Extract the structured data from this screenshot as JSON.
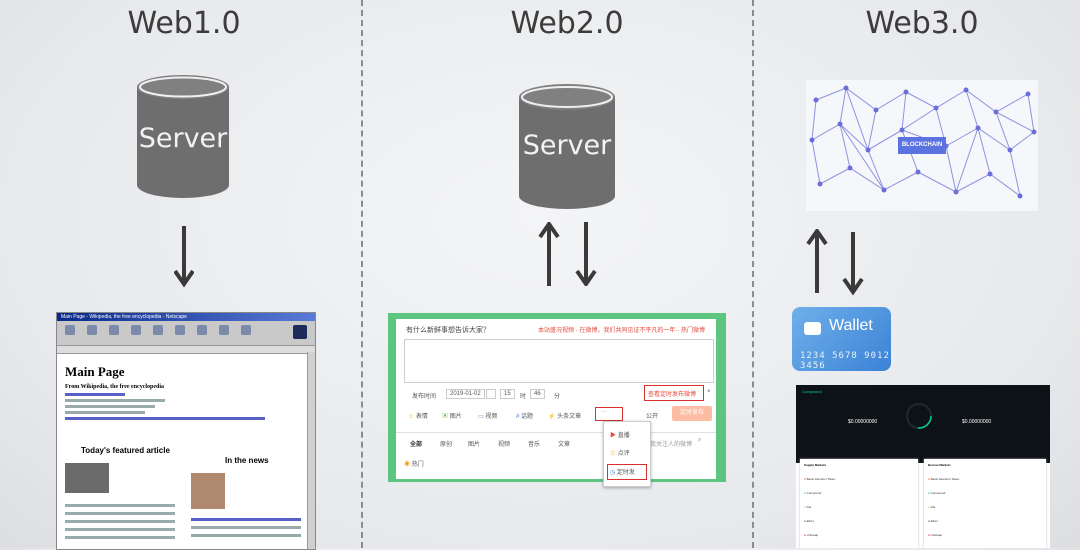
{
  "columns": {
    "web1": {
      "title": "Web1.0",
      "server_label": "Server"
    },
    "web2": {
      "title": "Web2.0",
      "server_label": "Server"
    },
    "web3": {
      "title": "Web3.0"
    }
  },
  "web1_page": {
    "window_title": "Main Page - Wikipedia, the free encyclopedia - Netscape",
    "page_title": "Main Page",
    "subtitle": "From Wikipedia, the free encyclopedia",
    "featured_heading": "Today's featured article",
    "news_heading": "In the news"
  },
  "web2_page": {
    "header": "有什么新鲜事想告诉大家？",
    "header_red": "本站盛况视频 · 在微博，我们共同见证不平凡的一年·· 热门微博",
    "publish_time_label": "发布时间",
    "publish_date": "2019-01-02",
    "hour": "15",
    "hour_unit": "时",
    "minute": "46",
    "minute_unit": "分",
    "schedule_link": "查看定时发布微博",
    "toolbar": [
      "表情",
      "图片",
      "视频",
      "话题",
      "头条文章",
      "···"
    ],
    "visibility": "公开",
    "submit": "定时发布",
    "tabs": [
      "全部",
      "原创",
      "图片",
      "视频",
      "音乐",
      "文章"
    ],
    "search_placeholder": "搜我关注人的微博",
    "popup": [
      "直播",
      "点评",
      "定时发"
    ],
    "hot_label": "热门"
  },
  "web3_page": {
    "blockchain_badge": "BLOCKCHAIN",
    "wallet_label": "Wallet",
    "wallet_digits": "1234 5678 9012 3456",
    "compound_brand": "Compound",
    "supply_value": "$0.00000000",
    "borrow_value": "$0.00000000",
    "supply_markets": "Supply Markets",
    "borrow_markets": "Borrow Markets",
    "assets": [
      "Basic Attention Token",
      "Compound",
      "Dai",
      "Ether",
      "Uniswap"
    ]
  },
  "colors": {
    "server": "#6e6e6e",
    "weibo_green": "#5cc57f",
    "wallet_blue": "#4a8fdc",
    "chain_node": "#7b7fdc"
  }
}
